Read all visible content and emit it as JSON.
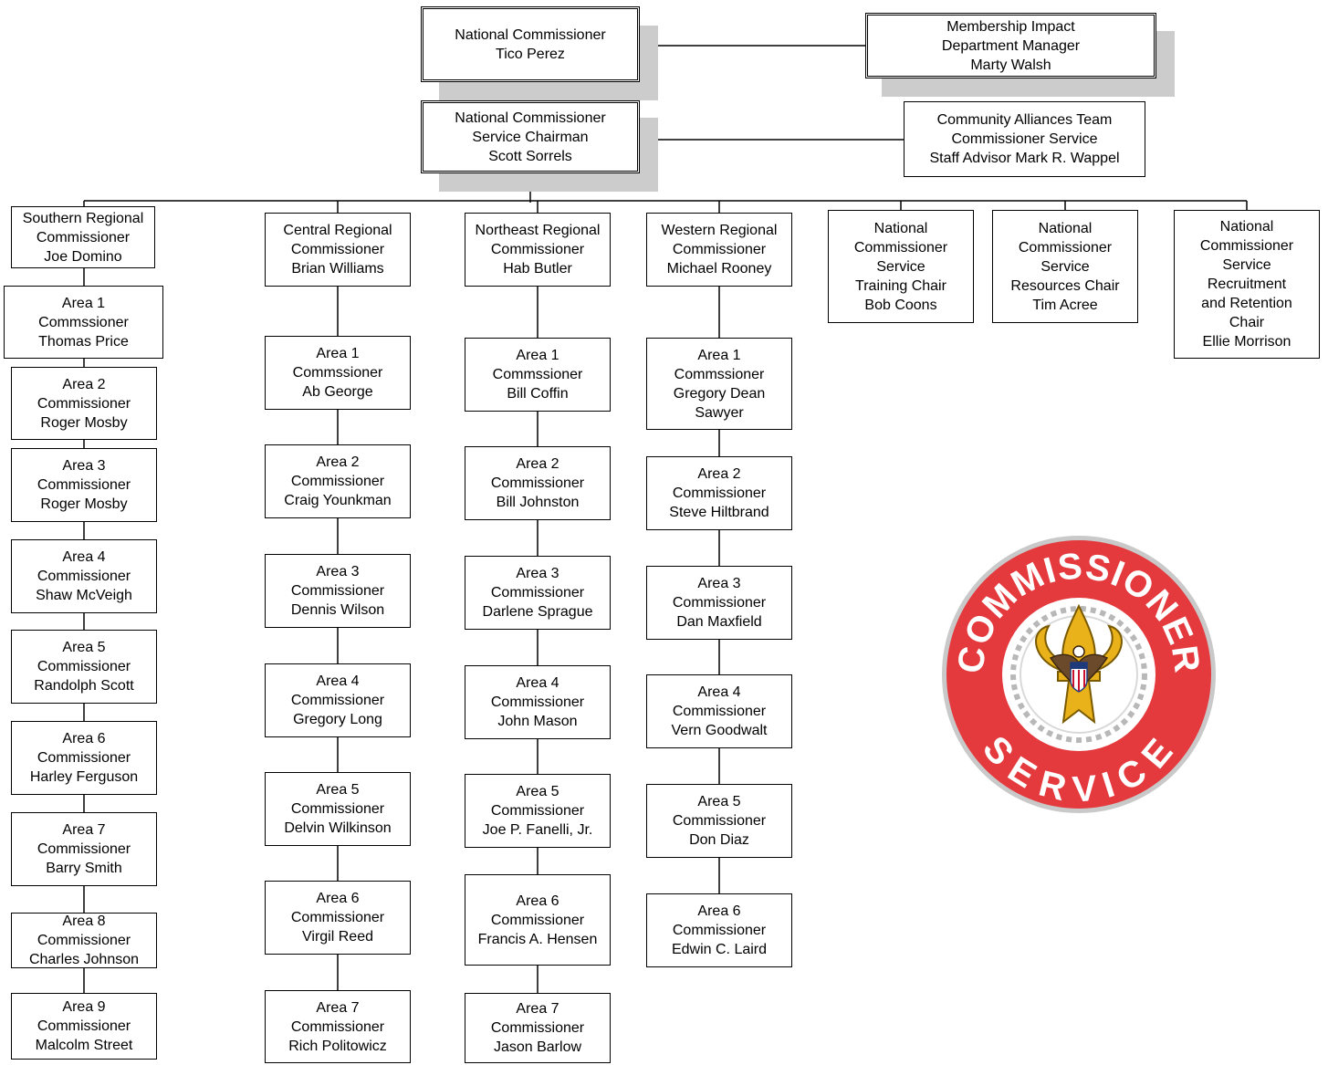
{
  "colors": {
    "line": "#000000",
    "shadow": "#cccccc",
    "badge_outer": "#e4393d",
    "badge_white": "#ffffff",
    "badge_gold": "#e9b21b"
  },
  "top": {
    "national_commissioner": "National Commissioner\nTico Perez",
    "service_chairman": "National Commissioner\nService  Chairman\nScott Sorrels",
    "membership_impact": "Membership Impact\nDepartment Manager\nMarty Walsh",
    "community_alliances": "Community Alliances Team\nCommissioner Service\nStaff Advisor Mark R. Wappel"
  },
  "southern": {
    "head": "Southern Regional\nCommissioner\nJoe Domino",
    "areas": [
      "Area 1\nCommssioner\nThomas Price",
      "Area 2\nCommissioner\nRoger Mosby",
      "Area 3\nCommissioner\nRoger Mosby",
      "Area 4\nCommissioner\nShaw McVeigh",
      "Area 5\nCommissioner\nRandolph Scott",
      "Area 6\nCommissioner\nHarley Ferguson",
      "Area 7\nCommissioner\nBarry Smith",
      "Area 8\nCommissioner\nCharles Johnson",
      "Area 9\nCommissioner\nMalcolm Street"
    ]
  },
  "central": {
    "head": "Central Regional\nCommissioner\nBrian Williams",
    "areas": [
      "Area 1\nCommssioner\nAb George",
      "Area 2\nCommissioner\nCraig Younkman",
      "Area 3\nCommissioner\nDennis Wilson",
      "Area 4\nCommissioner\nGregory Long",
      "Area 5\nCommissioner\nDelvin Wilkinson",
      "Area 6\nCommissioner\nVirgil Reed",
      "Area 7\nCommissioner\nRich Politowicz"
    ]
  },
  "northeast": {
    "head": "Northeast Regional\nCommissioner\nHab Butler",
    "areas": [
      "Area 1\nCommssioner\nBill Coffin",
      "Area 2\nCommissioner\nBill Johnston",
      "Area 3\nCommissioner\nDarlene Sprague",
      "Area 4\nCommissioner\nJohn Mason",
      "Area 5\nCommissioner\nJoe P. Fanelli, Jr.",
      "Area 6\nCommissioner\nFrancis A.  Hensen",
      "Area 7\nCommissioner\nJason Barlow"
    ]
  },
  "western": {
    "head": "Western Regional\nCommissioner\nMichael Rooney",
    "areas": [
      "Area 1\nCommssioner\nGregory Dean\nSawyer",
      "Area 2\nCommissioner\nSteve Hiltbrand",
      "Area 3\nCommissioner\nDan Maxfield",
      "Area 4\nCommissioner\nVern Goodwalt",
      "Area 5\nCommissioner\nDon Diaz",
      "Area 6\nCommissioner\nEdwin C. Laird"
    ]
  },
  "chairs": {
    "training": "National\nCommissioner\nService\nTraining Chair\nBob Coons",
    "resources": "National\nCommissioner\nService\nResources Chair\nTim Acree",
    "recruitment": "National\nCommissioner\nService\nRecruitment\nand  Retention\nChair\nEllie Morrison"
  },
  "badge": {
    "top_text": "COMMISSIONER",
    "bottom_text": "SERVICE",
    "icon": "fleur-de-lis-emblem-icon"
  }
}
